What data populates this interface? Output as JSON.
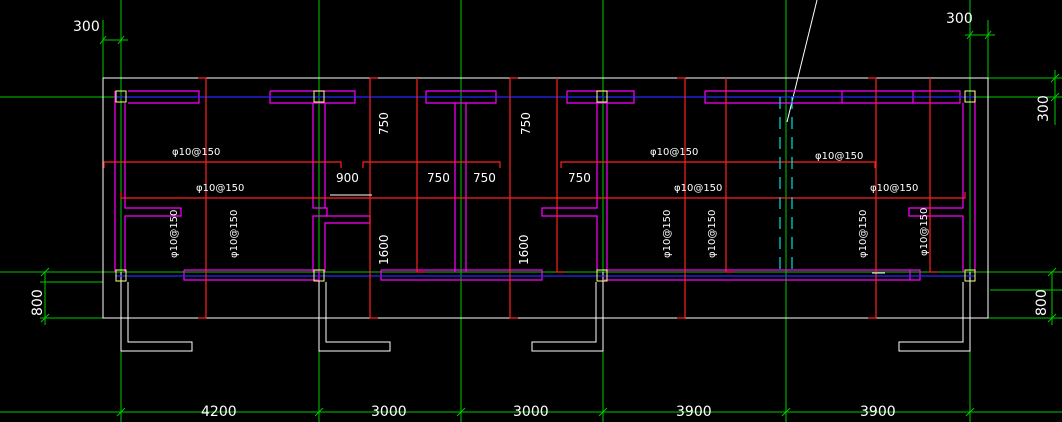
{
  "drawing": {
    "colors": {
      "background": "#000000",
      "grid": "#00c800",
      "outline": "#ffffff",
      "beam": "#ff00ff",
      "rebar": "#ff2020",
      "axis": "#2828ff",
      "dashed": "#00e0e0",
      "text": "#ffffff",
      "column": "#ffff80"
    },
    "dimensions": {
      "spans": [
        "4200",
        "3000",
        "3000",
        "3900",
        "3900"
      ],
      "top_left": "300",
      "top_right": "300",
      "right_top": "300",
      "left_bottom": "800",
      "right_bottom": "800"
    },
    "openings": {
      "bay2_vertical": "750",
      "bay3_vertical": "750",
      "bay2_horizontal_left": "900",
      "bay2_horizontal_right": "750",
      "bay3_horizontal_left": "750",
      "bay3_horizontal_right": "750",
      "bay2_lower": "1600",
      "bay3_lower": "1600"
    },
    "rebar_labels": {
      "bay1_top": "φ10@150",
      "bay1_mid": "φ10@150",
      "bay1_vertical_a": "φ10@150",
      "bay1_vertical_b": "φ10@150",
      "bay4_top": "φ10@150",
      "bay4_mid": "φ10@150",
      "bay4_vertical_a": "φ10@150",
      "bay4_vertical_b": "φ10@150",
      "bay5_top": "φ10@150",
      "bay5_mid": "φ10@150",
      "bay5_vertical_a": "φ10@150",
      "bay5_vertical_b": "φ10@150"
    }
  }
}
